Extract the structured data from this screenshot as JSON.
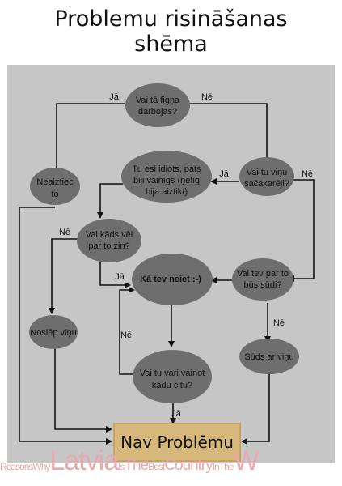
{
  "title": {
    "line1": "Problemu risināšanas",
    "line2": "shēma"
  },
  "nodes": {
    "works": {
      "line1": "Vai tā figņa",
      "line2": "darbojas?"
    },
    "dont_touch": {
      "line1": "Neaiztiec",
      "line2": "to"
    },
    "idiot": {
      "line1": "Tu esi idiots, pats",
      "line2": "biji vainīgs (ņefig",
      "line3": "bija aiztikt)"
    },
    "messed_up": {
      "line1": "Vai tu viņu",
      "line2": "sačakarēji?"
    },
    "anyone_knows": {
      "line1": "Vai kāds vēl",
      "line2": "par to zin?"
    },
    "how_bad": {
      "line1": "Kā tev neiet :-)"
    },
    "in_trouble": {
      "line1": "Vai tev par to",
      "line2": "būs sūdi?"
    },
    "hide_it": {
      "line1": "Noslēp viņu"
    },
    "blame": {
      "line1": "Vai tu vari vainot",
      "line2": "kādu citu?"
    },
    "shit": {
      "line1": "Sūds ar viņu"
    },
    "no_problem": {
      "line1": "Nav Problēmu"
    }
  },
  "edge_labels": {
    "works_yes": "Jā",
    "works_no": "Nē",
    "messed_yes": "Jā",
    "messed_no": "Nē",
    "anyone_no": "Nē",
    "anyone_yes": "Jā",
    "blame_no": "Nē",
    "blame_yes": "Jā",
    "trouble_no": "Nē"
  },
  "watermark": [
    "Reasons",
    "Why",
    "Latvia",
    "Is",
    "The",
    "Best",
    "Country",
    "In",
    "The",
    "W"
  ],
  "colors": {
    "panel": "#c6c6c6",
    "bubble": "#6e6e6e",
    "terminal": "#d6b87a",
    "terminal_border": "#c9a35f",
    "watermark": "#e7a9ad"
  }
}
